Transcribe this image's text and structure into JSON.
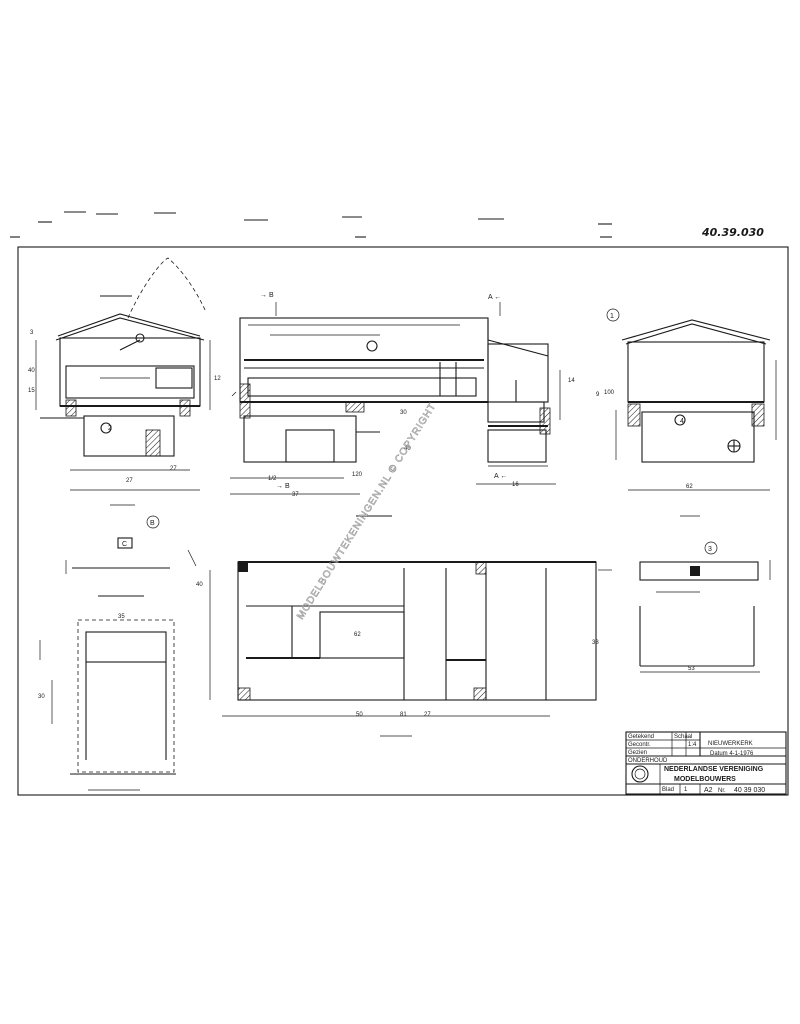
{
  "drawing": {
    "corner_number": "40.39.030",
    "watermark": "MODELBOUWTEKENINGEN.NL © COPYRIGHT",
    "section_markers": {
      "top_left": "→ B",
      "top_right": "A ←",
      "mid_left": "→ B",
      "mid_right": "A ←"
    },
    "view_labels": {
      "detail_b": "B",
      "detail_c": "C",
      "detail_1": "1",
      "detail_2": "2",
      "detail_3": "3",
      "detail_4": "4"
    },
    "dimensions": {
      "d1": "40",
      "d2": "15",
      "d3": "12",
      "d4": "27",
      "d5": "27",
      "d6": "30",
      "d7": "40",
      "d8": "120",
      "d9": "1/2",
      "d10": "37",
      "d11": "16",
      "d12": "100",
      "d13": "62",
      "d14": "14",
      "d15": "9",
      "d16": "35",
      "d17": "30",
      "d18": "50",
      "d19": "81",
      "d20": "27",
      "d21": "62",
      "d22": "40",
      "d23": "38",
      "d24": "53"
    }
  },
  "title_block": {
    "rows_left": [
      "Getekend",
      "Gecontr.",
      "Gezien"
    ],
    "scale_label": "Schaal",
    "scale_value": "1:4",
    "name_label": "NIEUWERKERK",
    "date_label": "Datum 4-1-1976",
    "owner": "NEDERLANDSE VERENIGING",
    "owner_sub": "MODELBOUWERS",
    "drawn_label": "ONDERHOUD",
    "sheet_label": "Blad",
    "sheet_value": "1",
    "format": "A2",
    "drawing_no_label": "Nr.",
    "drawing_no": "40 39 030"
  }
}
